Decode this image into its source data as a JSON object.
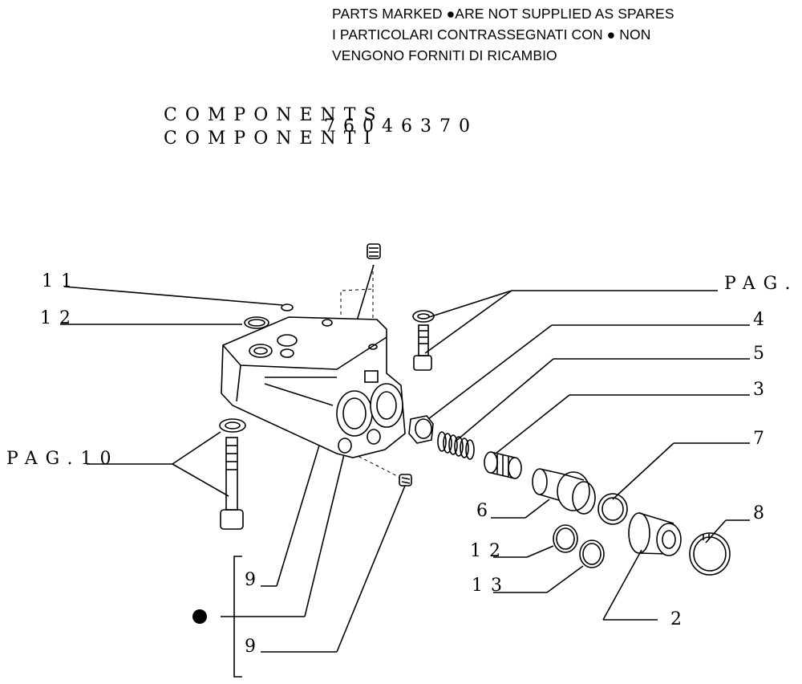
{
  "header": {
    "line1": "PARTS MARKED ●ARE NOT SUPPLIED AS SPARES",
    "line2": "I  PARTICOLARI  CONTRASSEGNATI  CON  ●  NON",
    "line3": "VENGONO FORNITI DI RICAMBIO"
  },
  "title": {
    "en": "COMPONENTS",
    "it": "COMPONENTI",
    "code": "76046370"
  },
  "callouts": {
    "c11": "11",
    "c12_top": "12",
    "pag_right": "PAG.",
    "c4": "4",
    "c5": "5",
    "c3": "3",
    "c7": "7",
    "pag10": "PAG.10",
    "c6": "6",
    "c8": "8",
    "c12_bottom": "12",
    "c13": "13",
    "c2": "2",
    "c9_top": "9",
    "c9_bottom": "9"
  }
}
